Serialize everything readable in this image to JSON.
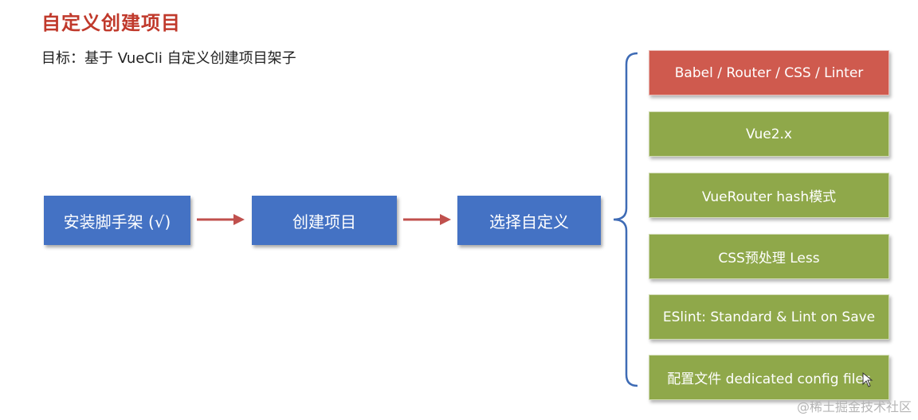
{
  "header": {
    "title": "自定义创建项目",
    "subtitle": "目标：基于 VueCli 自定义创建项目架子"
  },
  "flow": {
    "steps": [
      {
        "label": "安装脚手架 (√)"
      },
      {
        "label": "创建项目"
      },
      {
        "label": "选择自定义"
      }
    ]
  },
  "options": [
    {
      "label": "Babel / Router / CSS / Linter",
      "color": "#cf5a4e"
    },
    {
      "label": "Vue2.x",
      "color": "#8fa84a"
    },
    {
      "label": "VueRouter hash模式",
      "color": "#8fa84a"
    },
    {
      "label": "CSS预处理 Less",
      "color": "#8fa84a"
    },
    {
      "label": "ESlint: Standard & Lint on Save",
      "color": "#8fa84a"
    },
    {
      "label": "配置文件 dedicated config files",
      "color": "#8fa84a"
    }
  ],
  "colors": {
    "title": "#c0392b",
    "step_fill": "#4472c4",
    "arrow": "#c0504d",
    "brace": "#3e6bb5"
  },
  "watermark": "@稀土掘金技术社区"
}
